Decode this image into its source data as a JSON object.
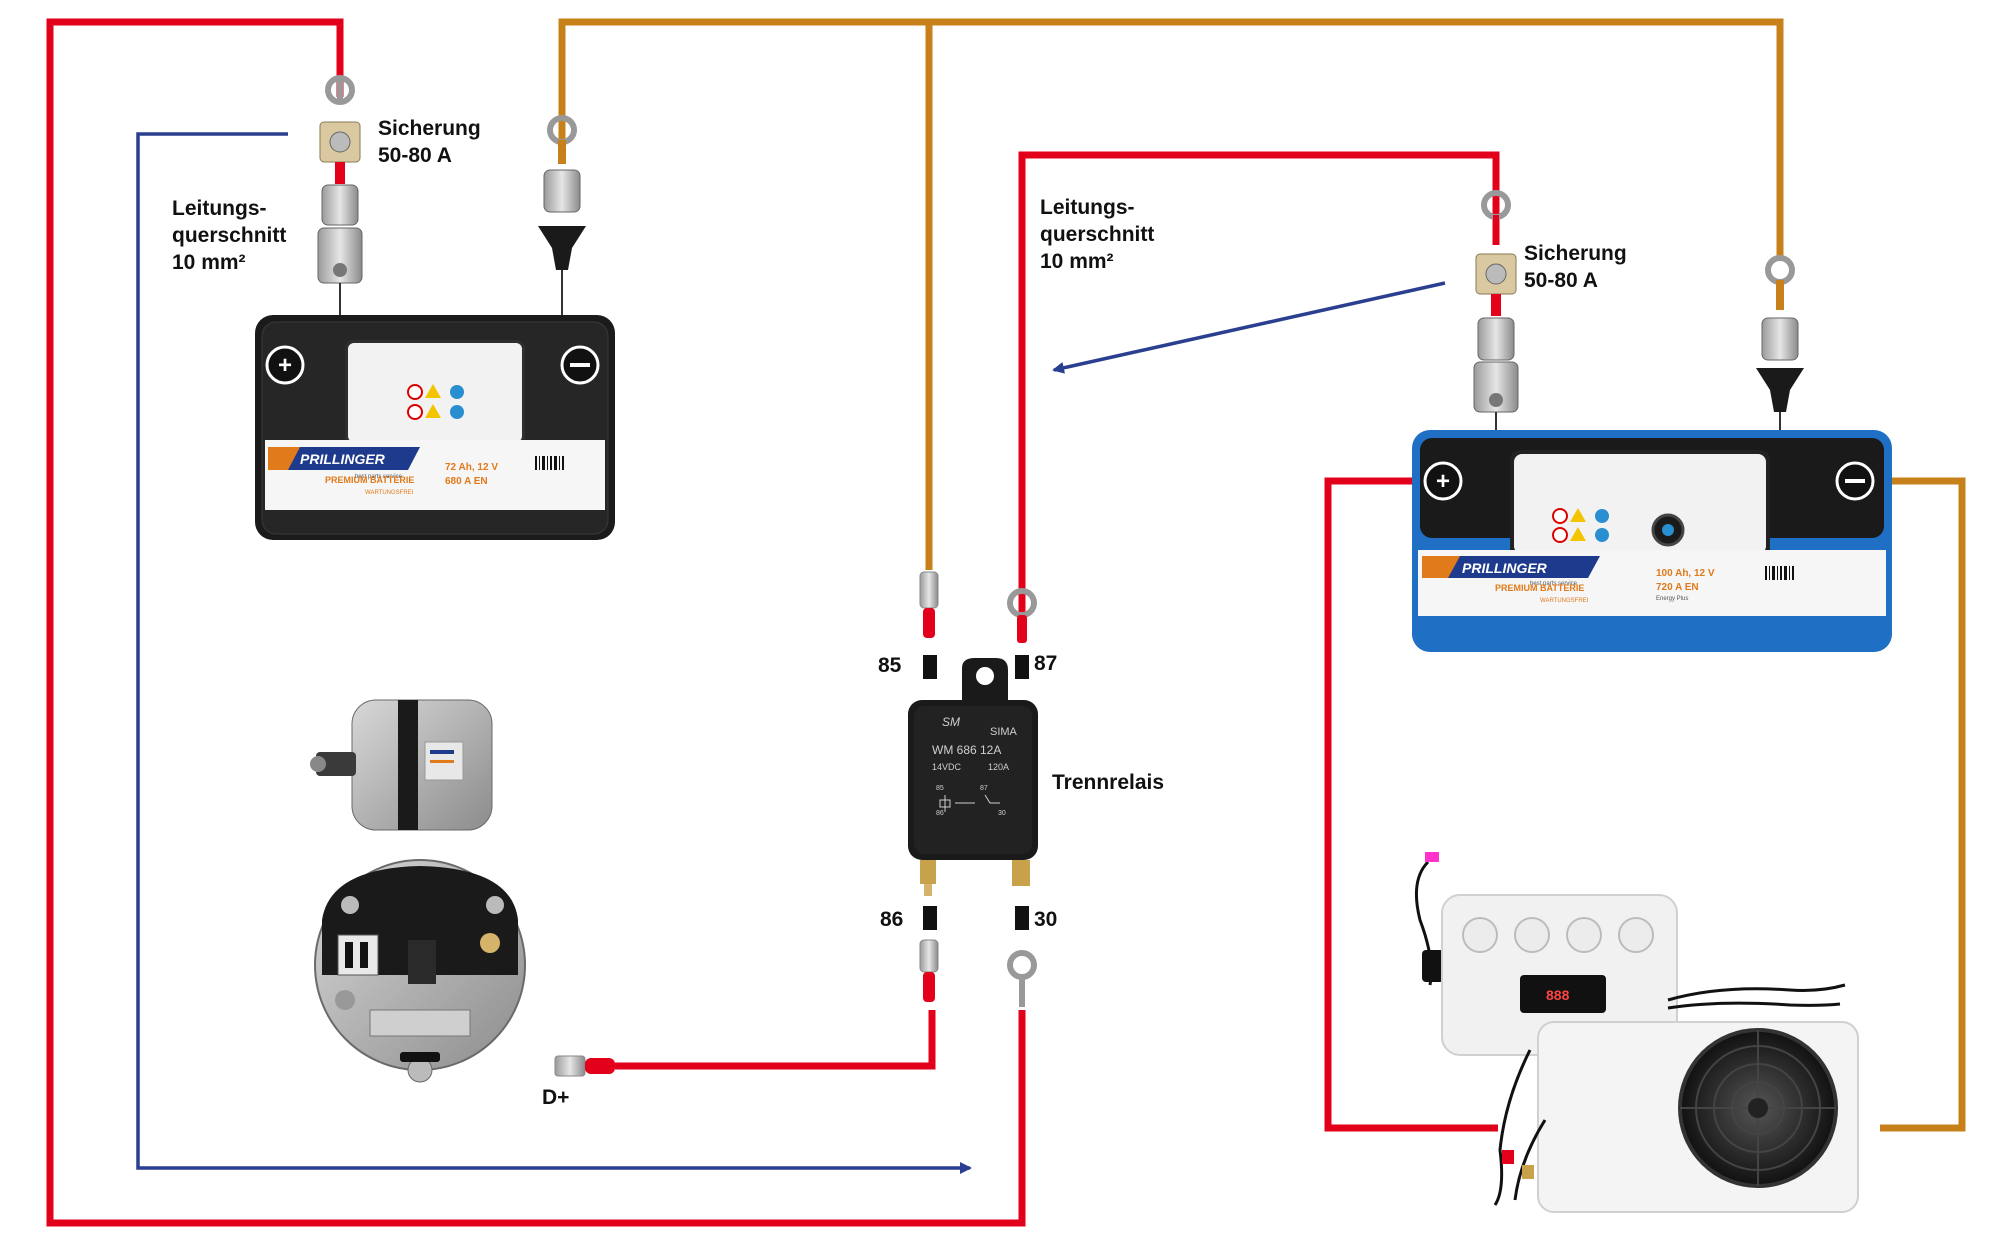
{
  "labels": {
    "fuse_left_line1": "Sicherung",
    "fuse_left_line2": "50-80 A",
    "cable_left_line1": "Leitungs-",
    "cable_left_line2": "querschnitt",
    "cable_left_line3": "10 mm²",
    "cable_mid_line1": "Leitungs-",
    "cable_mid_line2": "querschnitt",
    "cable_mid_line3": "10 mm²",
    "fuse_right_line1": "Sicherung",
    "fuse_right_line2": "50-80 A",
    "relay_name": "Trennrelais",
    "pin_85": "85",
    "pin_87": "87",
    "pin_86": "86",
    "pin_30": "30",
    "d_plus": "D+"
  },
  "battery_left": {
    "brand": "PRILLINGER",
    "tagline": "best parts service",
    "type": "PREMIUM BATTERIE",
    "maintenance": "WARTUNGSFREI",
    "capacity": "72 Ah, 12 V",
    "cca": "680 A EN"
  },
  "battery_right": {
    "brand": "PRILLINGER",
    "tagline": "best parts service",
    "type": "PREMIUM BATTERIE",
    "maintenance": "WARTUNGSFREI",
    "capacity": "100 Ah, 12 V",
    "cca": "720 A EN",
    "extra": "Energy Plus"
  },
  "relay": {
    "logo": "SM",
    "maker": "SIMA",
    "model": "WM 686 12A",
    "rating_v": "14VDC",
    "rating_a": "120A",
    "t85": "85",
    "t87": "87",
    "t86": "86",
    "t30": "30"
  },
  "ac_display": "888",
  "colors": {
    "positive_wire": "#e3001b",
    "negative_wire": "#c8801a",
    "signal_wire": "#2a3f8f",
    "battery_right_body": "#1f6fc4",
    "battery_left_body": "#1b1b1b"
  }
}
